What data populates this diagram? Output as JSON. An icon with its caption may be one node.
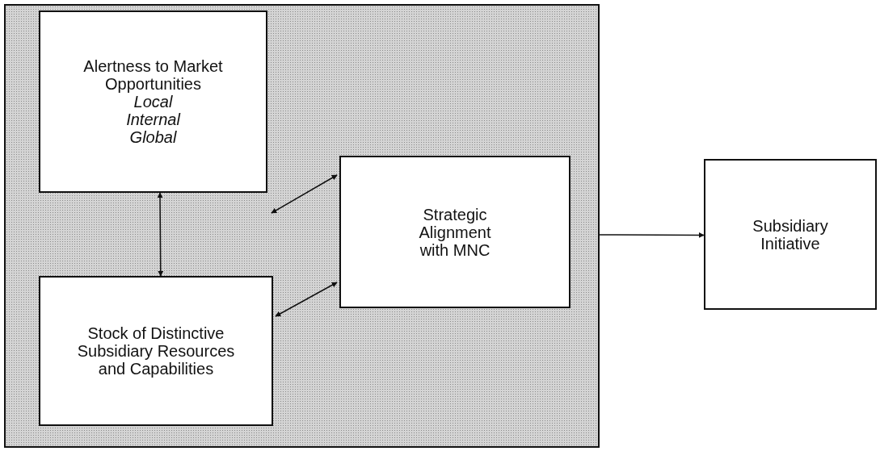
{
  "diagram": {
    "nodes": [
      {
        "text": [],
        "shape": "box"
      },
      {
        "text": [
          "Alertness to Market Opportunities",
          "Local",
          "Internal",
          "Global"
        ],
        "in": 0
      },
      {
        "text": [
          "Strategic Alignment with MNC"
        ],
        "in": 0
      },
      {
        "text": [
          "Stock of Distinctive Subsidiary Resources and Capabilities"
        ],
        "in": 0
      },
      {
        "text": [
          "Subsidiary Initiative"
        ]
      }
    ],
    "edges": [
      {
        "from": 1,
        "to": 2,
        "arrow": "both"
      },
      {
        "from": 1,
        "to": 3,
        "arrow": "both"
      },
      {
        "from": 3,
        "to": 2,
        "arrow": "both"
      },
      {
        "from": 0,
        "to": 4,
        "arrow": "to"
      }
    ]
  }
}
